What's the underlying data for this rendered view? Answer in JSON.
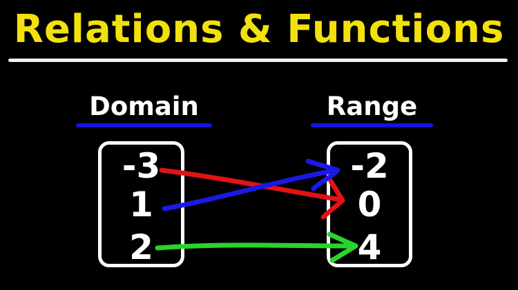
{
  "title": {
    "text": "Relations & Functions"
  },
  "domain": {
    "label": "Domain",
    "values": [
      "-3",
      "1",
      "2"
    ]
  },
  "range": {
    "label": "Range",
    "values": [
      "-2",
      "0",
      "4"
    ]
  },
  "mappings": [
    {
      "from": "-3",
      "to": "0",
      "color": "#e01414"
    },
    {
      "from": "1",
      "to": "-2",
      "color": "#1a1ae6"
    },
    {
      "from": "2",
      "to": "4",
      "color": "#2bd42b"
    }
  ],
  "colors": {
    "background": "#000000",
    "title": "#f2e10c",
    "title_underline": "#f2f2f2",
    "label_underline": "#1414e0",
    "text": "#ffffff",
    "box_border": "#ffffff"
  }
}
